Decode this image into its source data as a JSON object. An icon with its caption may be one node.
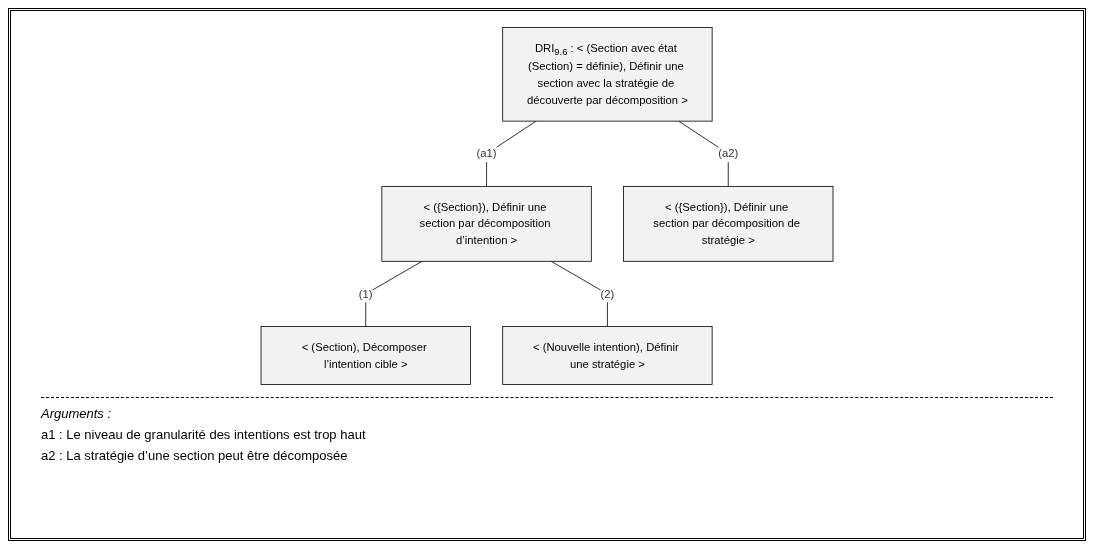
{
  "diagram": {
    "nodes": [
      {
        "text": [
          "DRI$_{9.6}$ : < (Section avec état (Section) = définie), Définir une section avec la stratégie de découverte par décomposition >"
        ]
      },
      {
        "text": [
          "< ({Section}), Définir une section par décomposition d’intention >"
        ]
      },
      {
        "text": [
          "< ({Section}), Définir une section par décomposition de stratégie >"
        ]
      },
      {
        "text": [
          "< (Section), Décomposer l’intention cible >"
        ]
      },
      {
        "text": [
          "< (Nouvelle intention), Définir une stratégie >"
        ]
      }
    ],
    "edges": [
      {
        "from": 0,
        "to": 1,
        "arrow": "none",
        "label": "(a1)"
      },
      {
        "from": 0,
        "to": 2,
        "arrow": "none",
        "label": "(a2)"
      },
      {
        "from": 1,
        "to": 3,
        "arrow": "none",
        "label": "(1)"
      },
      {
        "from": 1,
        "to": 4,
        "arrow": "none",
        "label": "(2)"
      }
    ],
    "labels": [
      "Arguments :",
      "a1 : Le niveau de granularité des intentions est trop haut",
      "a2 : La stratégie d’une section peut être décomposée"
    ]
  }
}
